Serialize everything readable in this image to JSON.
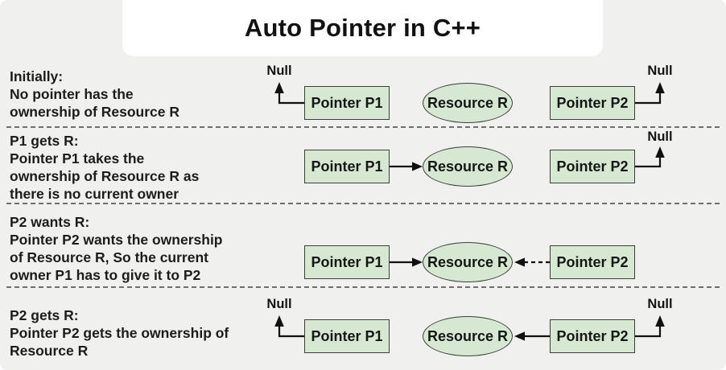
{
  "title": "Auto Pointer in C++",
  "labels": {
    "p1": "Pointer P1",
    "p2": "Pointer P2",
    "resource": "Resource R",
    "null_label": "Null"
  },
  "colors": {
    "background": "#f0f1ee",
    "title_card": "#ffffff",
    "node_fill": "#d6e8d2",
    "node_border": "#39403a",
    "text": "#1c1c1c",
    "separator": "#6e6e6e",
    "arrow": "#111111"
  },
  "rows": [
    {
      "id": "initially",
      "caption_lines": [
        "Initially:",
        "No pointer has the",
        "ownership of Resource R"
      ]
    },
    {
      "id": "p1-gets-r",
      "caption_lines": [
        "P1 gets R:",
        "Pointer P1 takes the",
        "ownership of Resource R as",
        "there is no current owner"
      ]
    },
    {
      "id": "p2-wants-r",
      "caption_lines": [
        "P2 wants R:",
        "Pointer P2 wants the ownership",
        "of Resource R, So the current",
        "owner P1 has to give it to P2"
      ]
    },
    {
      "id": "p2-gets-r",
      "caption_lines": [
        "P2 gets R:",
        "Pointer P2 gets the ownership of",
        "Resource R"
      ]
    }
  ]
}
